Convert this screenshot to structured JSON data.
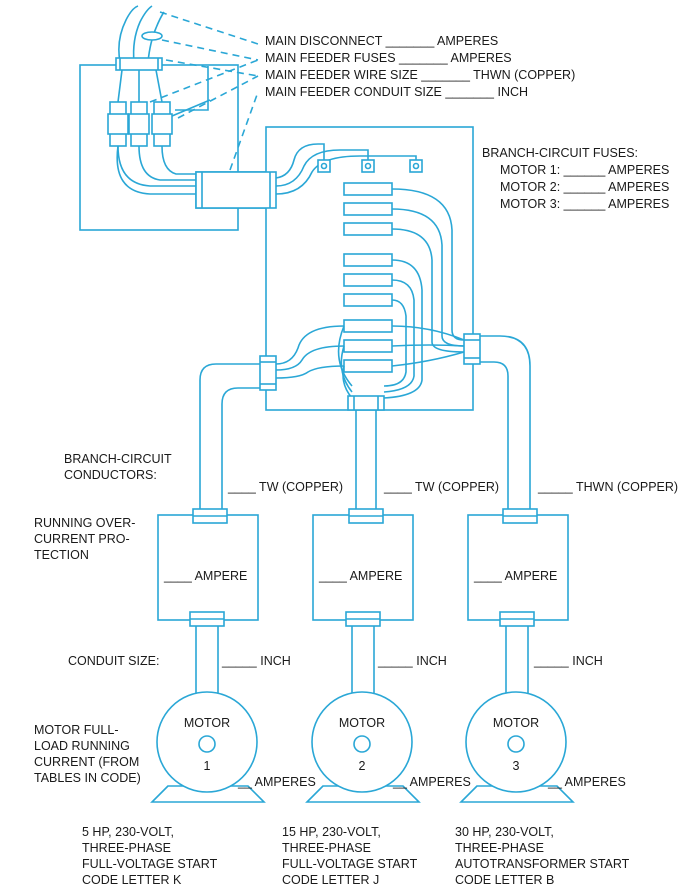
{
  "colors": {
    "line": "#2aa7d6",
    "text": "#1a1a1a"
  },
  "main_labels": [
    "MAIN DISCONNECT _______ AMPERES",
    "MAIN FEEDER FUSES _______ AMPERES",
    "MAIN FEEDER WIRE SIZE _______ THWN (COPPER)",
    "MAIN FEEDER CONDUIT SIZE _______ INCH"
  ],
  "branch_fuses": {
    "title": "BRANCH-CIRCUIT FUSES:",
    "items": [
      "MOTOR 1: ______ AMPERES",
      "MOTOR 2: ______ AMPERES",
      "MOTOR 3: ______ AMPERES"
    ]
  },
  "branch_conductors": {
    "label": [
      "BRANCH-CIRCUIT",
      "CONDUCTORS:"
    ],
    "values": [
      "____ TW (COPPER)",
      "____ TW (COPPER)",
      "_____ THWN (COPPER)"
    ]
  },
  "overcurrent": {
    "label": [
      "RUNNING OVER-",
      "CURRENT PRO-",
      "TECTION"
    ],
    "values": [
      "____ AMPERE",
      "____ AMPERE",
      "____ AMPERE"
    ]
  },
  "conduit": {
    "label": "CONDUIT SIZE:",
    "values": [
      "_____ INCH",
      "_____ INCH",
      "_____ INCH"
    ]
  },
  "motor_current": {
    "label": [
      "MOTOR FULL-",
      "LOAD RUNNING",
      "CURRENT (FROM",
      "TABLES IN CODE)"
    ],
    "values": [
      "__ AMPERES",
      "__ AMPERES",
      "__ AMPERES"
    ]
  },
  "motors": [
    {
      "title": "MOTOR",
      "number": "1",
      "spec": [
        "5 HP, 230-VOLT,",
        "THREE-PHASE",
        "FULL-VOLTAGE START",
        "CODE LETTER K"
      ]
    },
    {
      "title": "MOTOR",
      "number": "2",
      "spec": [
        "15 HP, 230-VOLT,",
        "THREE-PHASE",
        "FULL-VOLTAGE START",
        "CODE LETTER J"
      ]
    },
    {
      "title": "MOTOR",
      "number": "3",
      "spec": [
        "30 HP, 230-VOLT,",
        "THREE-PHASE",
        "AUTOTRANSFORMER START",
        "CODE LETTER B"
      ]
    }
  ]
}
